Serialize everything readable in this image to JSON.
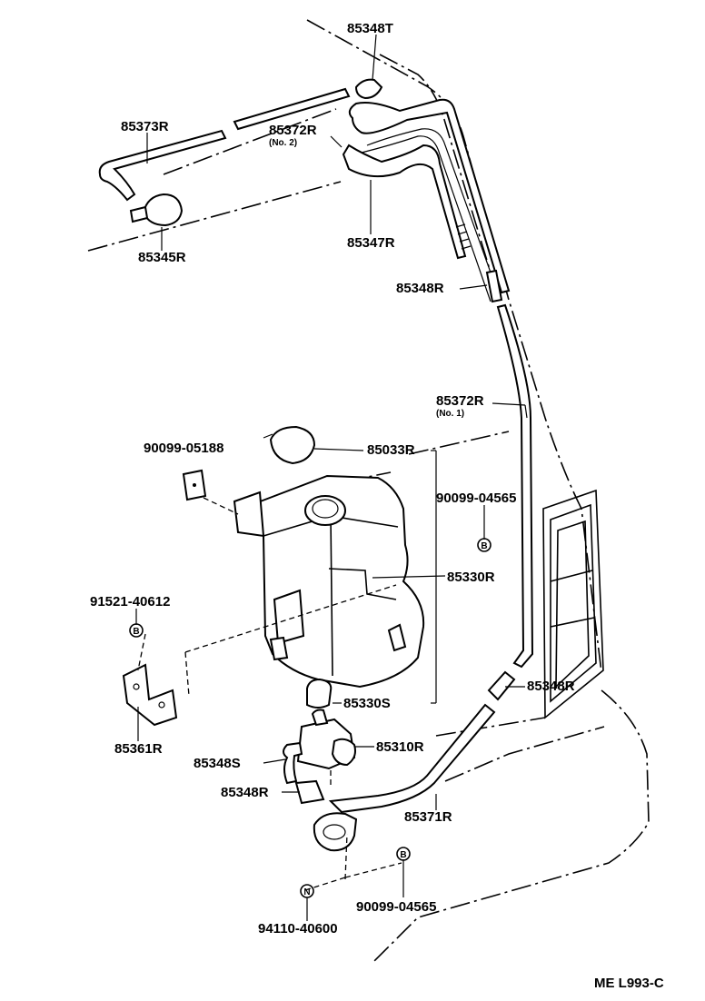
{
  "parts": {
    "p85348T": "85348T",
    "p85373R": "85373R",
    "p85372R_2": "85372R",
    "p85372R_2_note": "(No. 2)",
    "p85345R": "85345R",
    "p85347R": "85347R",
    "p85348R_top": "85348R",
    "p85372R_1": "85372R",
    "p85372R_1_note": "(No. 1)",
    "p90099_05188": "90099-05188",
    "p85033R": "85033R",
    "p90099_04565_a": "90099-04565",
    "p85330R": "85330R",
    "p91521_40612": "91521-40612",
    "p85348R_mid": "85348R",
    "p85361R": "85361R",
    "p85330S": "85330S",
    "p85348S": "85348S",
    "p85310R": "85310R",
    "p85348R_low": "85348R",
    "p85371R": "85371R",
    "p90099_04565_b": "90099-04565",
    "p94110_40600": "94110-40600"
  },
  "markers": {
    "b": "B",
    "n": "N"
  },
  "footer": {
    "code": "ME L993-C"
  }
}
